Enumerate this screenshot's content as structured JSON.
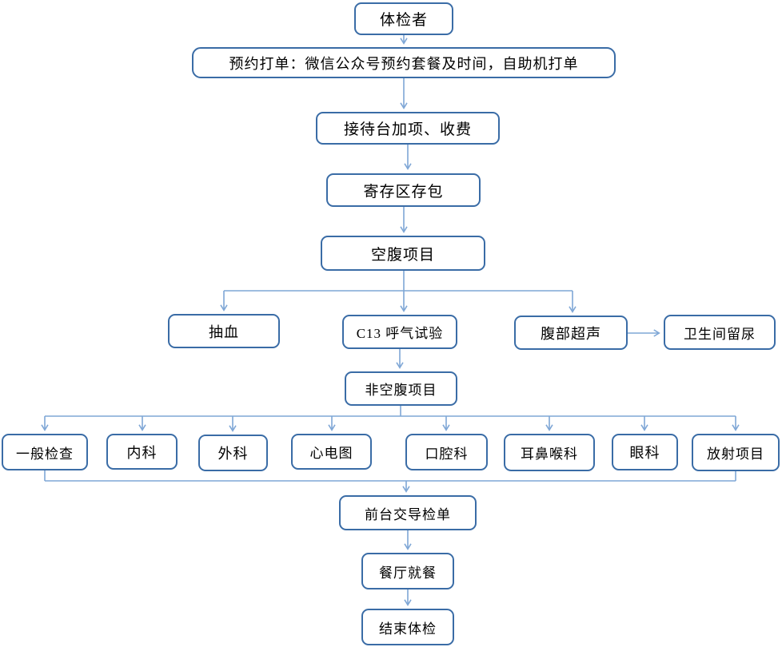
{
  "page": {
    "type": "flowchart",
    "title_node": "体检者",
    "background": "#ffffff"
  },
  "colors": {
    "box_border": "#3a6ca6",
    "box_fill": "#ffffff",
    "connector": "#7fa7d6",
    "text": "#000000"
  },
  "flow": {
    "nodes": {
      "examinee": "体检者",
      "appointment": "预约打单：微信公众号预约套餐及时间，自助机打单",
      "reception": "接待台加项、收费",
      "storage": "寄存区存包",
      "fasting": "空腹项目",
      "blood": "抽血",
      "c13": "C13 呼气试验",
      "ultrasound": "腹部超声",
      "urine": "卫生间留尿",
      "nonfasting": "非空腹项目",
      "general": "一般检查",
      "internal": "内科",
      "surgery": "外科",
      "ecg": "心电图",
      "dental": "口腔科",
      "ent": "耳鼻喉科",
      "eye": "眼科",
      "radiology": "放射项目",
      "frontdesk": "前台交导检单",
      "dining": "餐厅就餐",
      "end": "结束体检"
    },
    "edges": [
      "体检者 → 预约打单",
      "预约打单 → 接待台加项、收费",
      "接待台加项、收费 → 寄存区存包",
      "寄存区存包 → 空腹项目",
      "空腹项目 → 抽血",
      "空腹项目 → C13 呼气试验",
      "空腹项目 → 腹部超声",
      "腹部超声 → 卫生间留尿",
      "C13 呼气试验 → 非空腹项目",
      "非空腹项目 → 一般检查/内科/外科/心电图/口腔科/耳鼻喉科/眼科/放射项目",
      "一般检查…放射项目 → 前台交导检单",
      "前台交导检单 → 餐厅就餐",
      "餐厅就餐 → 结束体检"
    ]
  }
}
